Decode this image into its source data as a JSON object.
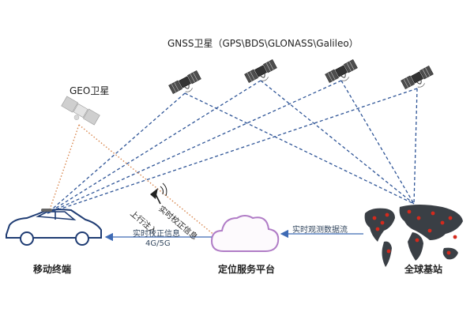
{
  "title": "GNSS卫星（GPS\\BDS\\GLONASS\\Galileo）",
  "geo_label": "GEO卫星",
  "nodes": {
    "terminal": "移动终端",
    "platform": "定位服务平台",
    "stations": "全球基站"
  },
  "links": {
    "correction_upper": "实时校正信息",
    "uplink": "上行注入",
    "correction_lower": "实时校正信息",
    "network": "4G/5G",
    "observation": "实时观测数据流"
  },
  "colors": {
    "dashed_blue": "#2f5597",
    "orange_dotted": "#d9874f",
    "cloud": "#b07cc6",
    "arrow": "#3e6ab4",
    "car": "#1f3c73",
    "map_dark": "#3a3f45",
    "map_dot": "#d42a1d"
  }
}
